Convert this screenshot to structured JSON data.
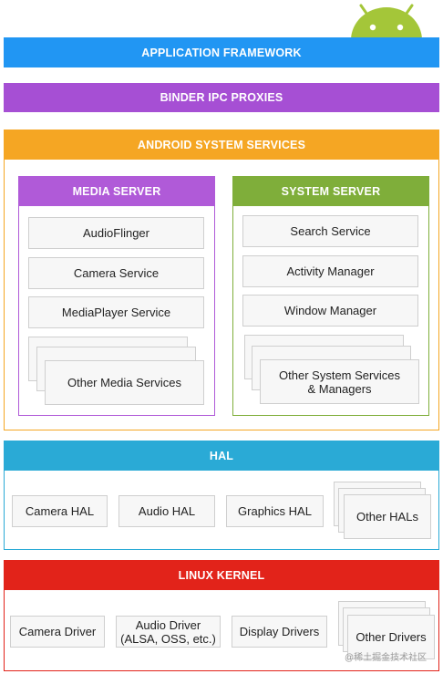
{
  "colors": {
    "app_framework": "#2196f3",
    "binder": "#a64fd4",
    "system_services": "#f5a623",
    "media_server": "#b05ad8",
    "system_server": "#7fae3a",
    "hal": "#2aaad6",
    "kernel": "#e2231a",
    "android_logo": "#a4c639"
  },
  "layers": {
    "app_framework": "APPLICATION FRAMEWORK",
    "binder": "BINDER IPC PROXIES",
    "system_services": "ANDROID SYSTEM SERVICES",
    "hal": "HAL",
    "kernel": "LINUX KERNEL"
  },
  "media_server": {
    "title": "MEDIA SERVER",
    "items": [
      "AudioFlinger",
      "Camera Service",
      "MediaPlayer Service",
      "Other Media Services"
    ]
  },
  "system_server": {
    "title": "SYSTEM SERVER",
    "items": [
      "Search Service",
      "Activity Manager",
      "Window Manager",
      "Other System Services\n& Managers"
    ]
  },
  "hal_items": [
    "Camera HAL",
    "Audio HAL",
    "Graphics HAL",
    "Other HALs"
  ],
  "kernel_items": [
    "Camera Driver",
    "Audio Driver\n(ALSA, OSS, etc.)",
    "Display Drivers",
    "Other Drivers"
  ],
  "watermark": "@稀土掘金技术社区"
}
